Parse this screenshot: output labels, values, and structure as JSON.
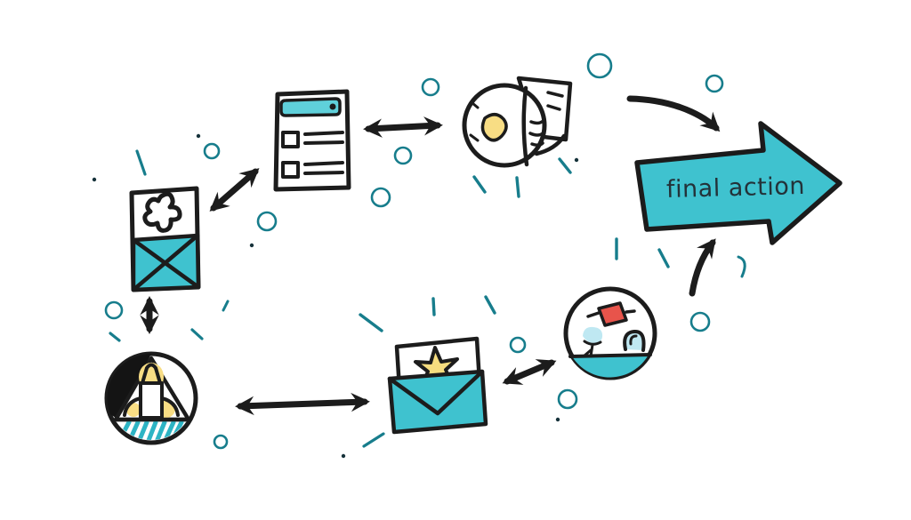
{
  "diagram": {
    "background": "#ffffff",
    "final_arrow": {
      "label": "final action",
      "fill": "#3fc2cf",
      "outline": "#1c1c1c"
    },
    "colors": {
      "teal_fill": "#3fc2cf",
      "black_outline": "#1c1c1c",
      "decoration_teal": "#177d8c",
      "accent_yellow": "#f8dd84",
      "accent_red": "#e8544b",
      "light_blue": "#bfe8f2",
      "ink_text": "#233239"
    },
    "nodes": [
      {
        "id": "postcard-mail",
        "icon": "postcard-plane-icon"
      },
      {
        "id": "checklist-form",
        "icon": "checklist-form-icon"
      },
      {
        "id": "idea-head",
        "icon": "idea-head-icon"
      },
      {
        "id": "rocket-launch",
        "icon": "rocket-launch-icon"
      },
      {
        "id": "star-envelope",
        "icon": "star-envelope-icon"
      },
      {
        "id": "community-circle",
        "icon": "community-globe-icon"
      },
      {
        "id": "final-action",
        "icon": "big-arrow"
      }
    ],
    "connections": [
      {
        "from": "postcard-mail",
        "to": "checklist-form",
        "type": "double-arrow"
      },
      {
        "from": "checklist-form",
        "to": "idea-head",
        "type": "double-arrow"
      },
      {
        "from": "idea-head",
        "to": "final-action",
        "type": "curved-arrow"
      },
      {
        "from": "postcard-mail",
        "to": "rocket-launch",
        "type": "double-arrow"
      },
      {
        "from": "rocket-launch",
        "to": "star-envelope",
        "type": "double-arrow"
      },
      {
        "from": "star-envelope",
        "to": "community-circle",
        "type": "double-arrow"
      },
      {
        "from": "community-circle",
        "to": "final-action",
        "type": "curved-arrow"
      }
    ]
  }
}
